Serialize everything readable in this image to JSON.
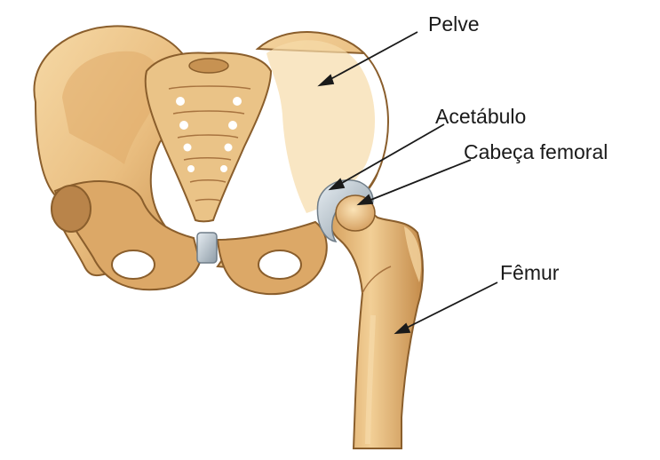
{
  "labels": {
    "pelvis": "Pelve",
    "acetabulum": "Acetábulo",
    "femoral_head": "Cabeça femoral",
    "femur": "Fêmur"
  },
  "colors": {
    "bone_light": "#f3cf95",
    "bone_mid": "#e2b272",
    "bone_dark": "#b98445",
    "bone_outline": "#8a5e2c",
    "cartilage": "#c9d3da",
    "cartilage_dark": "#8f9ea9",
    "text": "#1a1a1a",
    "arrow": "#1a1a1a"
  }
}
